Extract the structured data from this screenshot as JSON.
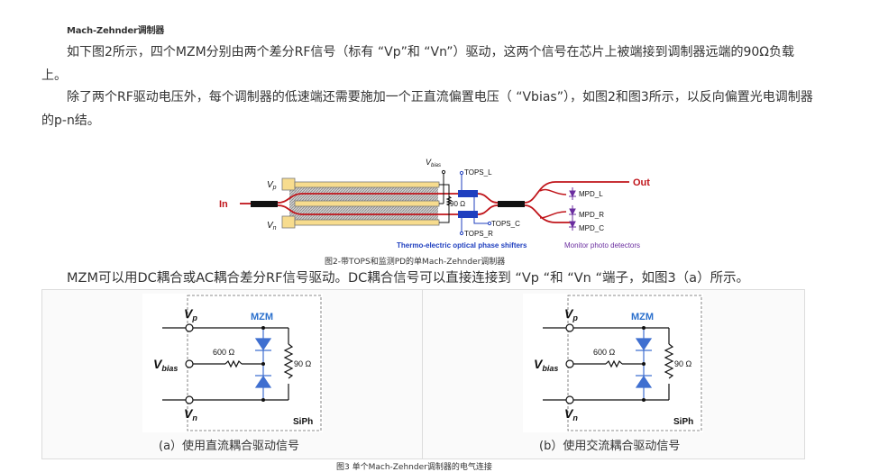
{
  "section_title": "Mach-Zehnder调制器",
  "paragraphs": [
    "如下图2所示，四个MZM分别由两个差分RF信号（标有 “Vp”和 “Vn”）驱动，这两个信号在芯片上被端接到调制器远端的90Ω负载上。",
    "除了两个RF驱动电压外，每个调制器的低速端还需要施加一个正直流偏置电压（ “Vbias”），如图2和图3所示，以反向偏置光电调制器的p-n结。",
    "MZM可以用DC耦合或AC耦合差分RF信号驱动。DC耦合信号可以直接连接到 “Vp “和 “Vn “端子，如图3（a）所示。"
  ],
  "figure2": {
    "labels": {
      "in": "In",
      "out": "Out",
      "vp": "V",
      "vp_sub": "p",
      "vn": "V",
      "vn_sub": "n",
      "vbias": "V",
      "vbias_sub": "bias",
      "resistor": "90 Ω",
      "tops_l": "TOPS_L",
      "tops_c": "TOPS_C",
      "tops_r": "TOPS_R",
      "mpd_l": "MPD_L",
      "mpd_r": "MPD_R",
      "mpd_c": "MPD_C",
      "shifters": "Thermo-electric optical phase shifters",
      "detectors": "Monitor photo detectors"
    },
    "colors": {
      "waveguide": "#c0151b",
      "tops": "#1f3fbf",
      "mpd": "#6a2d9f",
      "electrode": "#f7dc8e"
    },
    "caption": "图2-带TOPS和监测PD的单Mach-Zehnder调制器"
  },
  "figure3": {
    "panels": [
      {
        "labels": {
          "vp": "V",
          "vp_sub": "p",
          "vn": "V",
          "vn_sub": "n",
          "vbias": "V",
          "vbias_sub": "bias",
          "mzm": "MZM",
          "r_bias": "600 Ω",
          "r_load": "90 Ω",
          "siph": "SiPh"
        },
        "caption": "(a）使用直流耦合驱动信号"
      },
      {
        "labels": {
          "vp": "V",
          "vp_sub": "p",
          "vn": "V",
          "vn_sub": "n",
          "vbias": "V",
          "vbias_sub": "bias",
          "mzm": "MZM",
          "r_bias": "600 Ω",
          "r_load": "90 Ω",
          "siph": "SiPh"
        },
        "caption": "(b）使用交流耦合驱动信号"
      }
    ],
    "colors": {
      "mzm": "#2a6fcc",
      "diode": "#3f6fd0"
    },
    "caption": "图3 单个Mach-Zehnder调制器的电气连接"
  }
}
